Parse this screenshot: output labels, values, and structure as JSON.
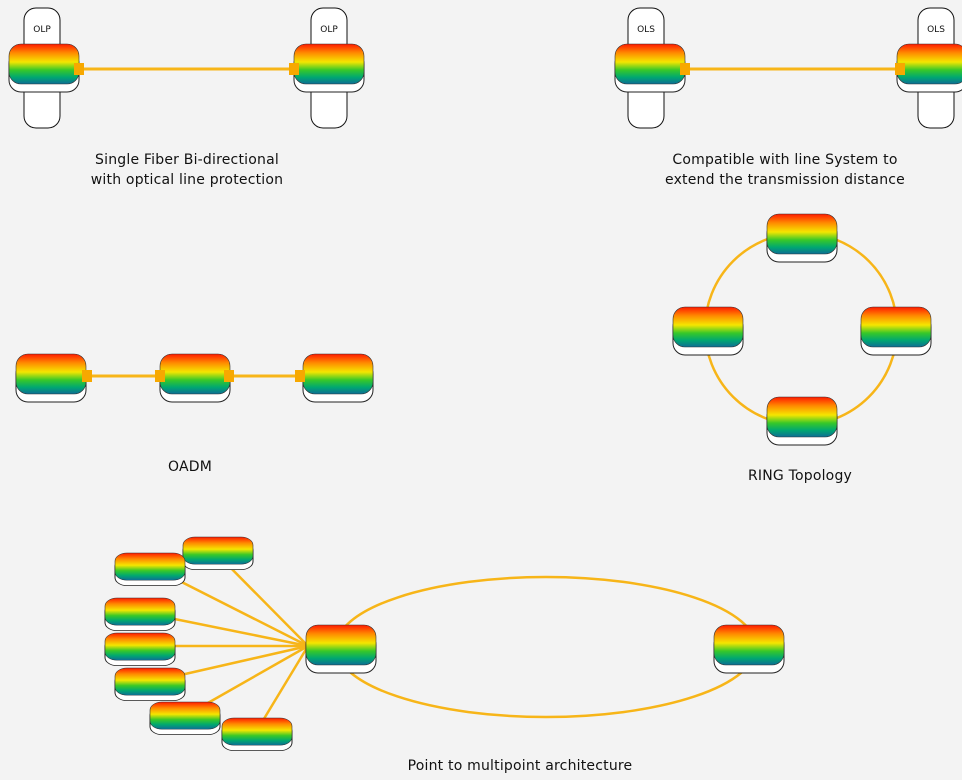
{
  "colors": {
    "background": "#f3f3f3",
    "fiber": "#f7b518",
    "connector": "#f7a800",
    "node_gradient": [
      "#ff1a00",
      "#ff8a00",
      "#f5e600",
      "#38c828",
      "#00a870",
      "#0e6e96"
    ],
    "node_border": "#222222"
  },
  "panels": {
    "olp": {
      "caption_line1": "Single Fiber Bi-directional",
      "caption_line2": "with optical line protection",
      "tag_left": "OLP",
      "tag_right": "OLP"
    },
    "ols": {
      "caption_line1": "Compatible with line System to",
      "caption_line2": "extend the transmission distance",
      "tag_left": "OLS",
      "tag_right": "OLS"
    },
    "oadm": {
      "caption": "OADM"
    },
    "ring": {
      "caption": "RING Topology"
    },
    "p2mp": {
      "caption": "Point to multipoint architecture"
    }
  },
  "icons": {
    "node": "optical-transceiver-node-icon",
    "tag": "protection-module-tag-icon",
    "connector": "fiber-connector-icon"
  }
}
